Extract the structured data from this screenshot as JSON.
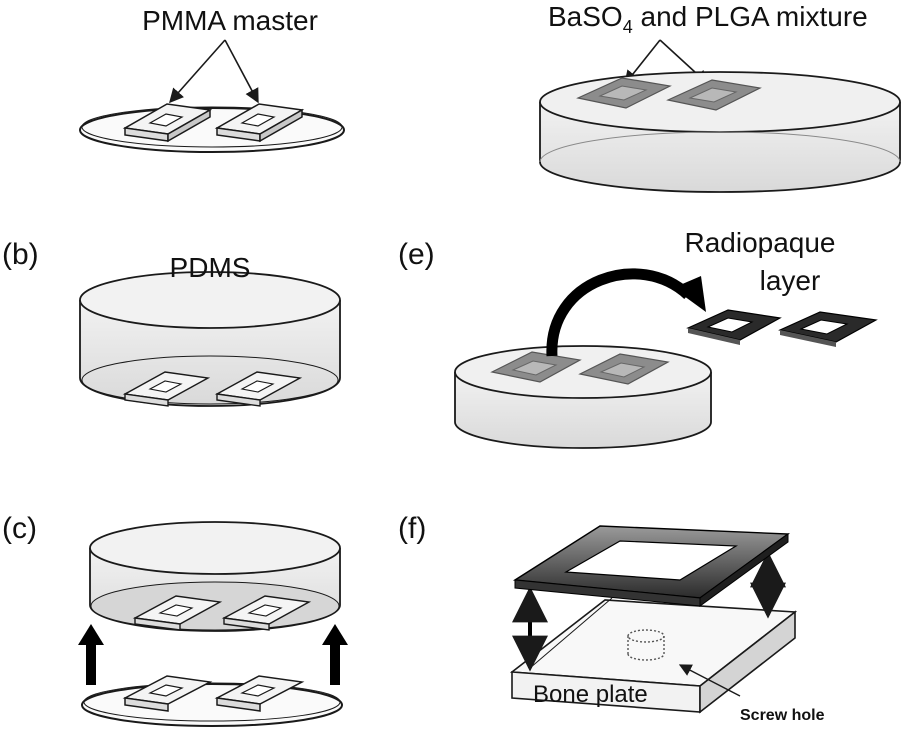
{
  "panel_labels": {
    "b": "(b)",
    "c": "(c)",
    "e": "(e)",
    "f": "(f)"
  },
  "labels": {
    "pmma_master": "PMMA master",
    "mixture_prefix": "BaSO",
    "mixture_subscript": "4",
    "mixture_suffix": " and PLGA mixture",
    "pdms": "PDMS",
    "radiopaque_line1": "Radiopaque",
    "radiopaque_line2": "layer",
    "bone_plate": "Bone plate",
    "screw_hole": "Screw hole"
  },
  "colors": {
    "outline": "#1a1a1a",
    "dish_fill": "#e8e8e8",
    "master_fill": "#f4f4f4",
    "mixture_fill": "#8c8c8c",
    "radiopaque_fill": "#2a2a2a"
  }
}
